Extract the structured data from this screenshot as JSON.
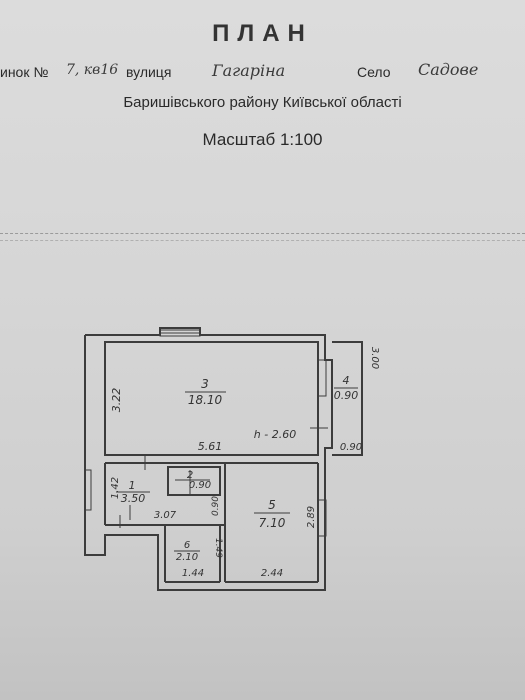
{
  "header": {
    "title": "ПЛАН",
    "line1_prefix": "инок №",
    "building_no": "7, кв16",
    "street_label": "вулиця",
    "street_name": "Гагаріна",
    "village_label": "Село",
    "village_name": "Садове",
    "district": "Баришівського району Київської області",
    "scale": "Масштаб 1:100"
  },
  "plan": {
    "rooms": [
      {
        "no": "3",
        "area": "18.10"
      },
      {
        "no": "4",
        "area": "0.90"
      },
      {
        "no": "1",
        "area": "3.50"
      },
      {
        "no": "2",
        "area": "0.90"
      },
      {
        "no": "5",
        "area": "7.10"
      },
      {
        "no": "6",
        "area": "2.10"
      }
    ],
    "dimensions": {
      "room3_height": "3.22",
      "room3_width": "5.61",
      "ceiling": "h - 2.60",
      "balcony_len": "3.00",
      "balcony_width": "0.90",
      "hall_height": "1.42",
      "hall_width": "3.07",
      "bath_width": "0.90",
      "wc_height": "1.49",
      "wc_width": "1.44",
      "kitchen_height": "2.89",
      "kitchen_width": "2.44"
    }
  }
}
